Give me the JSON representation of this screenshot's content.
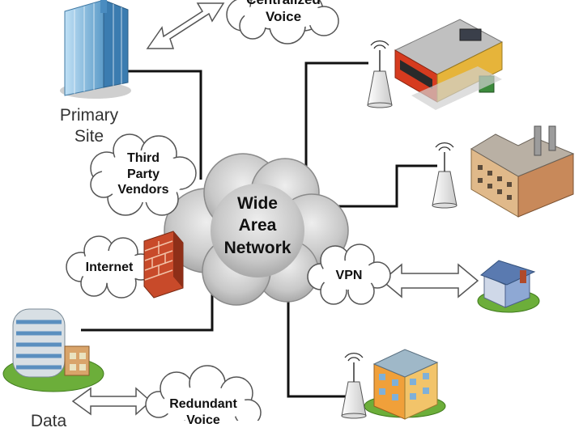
{
  "diagram": {
    "wan_label": [
      "Wide",
      "Area",
      "Network"
    ],
    "clouds": {
      "centralized_voice": [
        "Centralized",
        "Voice"
      ],
      "third_party": [
        "Third",
        "Party",
        "Vendors"
      ],
      "internet": "Internet",
      "vpn": "VPN",
      "redundant_voice": [
        "Redundant",
        "Voice"
      ]
    },
    "sites": {
      "primary": [
        "Primary",
        "Site"
      ],
      "data": "Data"
    }
  }
}
